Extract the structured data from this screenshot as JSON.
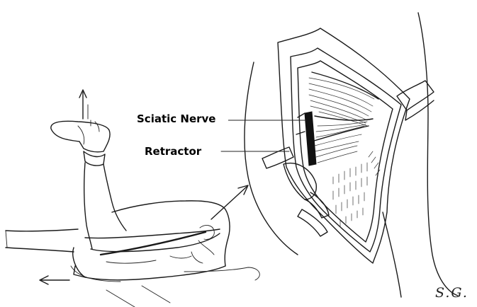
{
  "labels": {
    "sciatic_nerve": "Sciatic Nerve",
    "retractor": "Retractor"
  },
  "signature": "S.G.",
  "colors": {
    "ink": "#1a1a1a",
    "background": "#ffffff",
    "nerve": "#111111"
  }
}
